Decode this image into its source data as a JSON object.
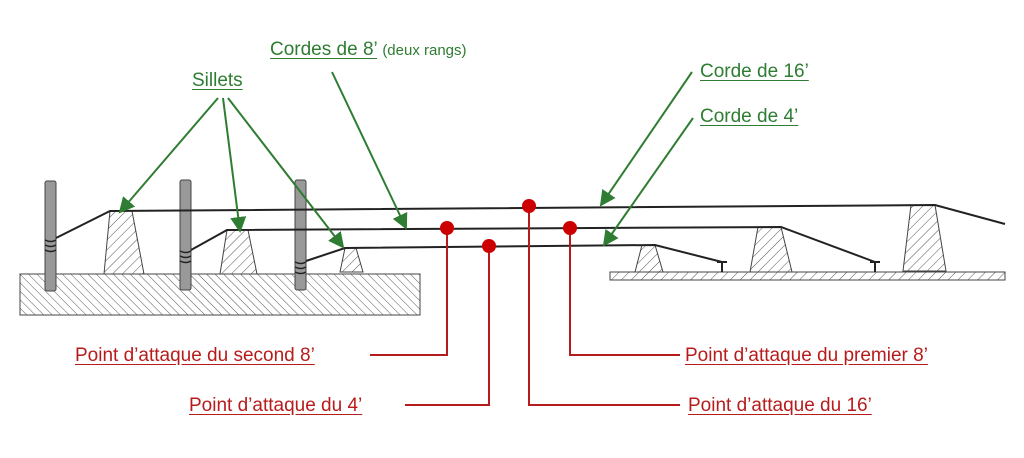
{
  "labels": {
    "sillets": "Sillets",
    "cordes_8": "Cordes de 8’",
    "cordes_8_note": "(deux rangs)",
    "corde_16": "Corde de 16’",
    "corde_4": "Corde de 4’",
    "point_second_8": "Point d’attaque du second 8’",
    "point_4": "Point d’attaque du 4’",
    "point_premier_8": "Point d’attaque du premier 8’",
    "point_16": "Point d’attaque du 16’"
  },
  "colors": {
    "green": "#2e7d32",
    "red": "#b71c1c",
    "ink": "#222222"
  }
}
